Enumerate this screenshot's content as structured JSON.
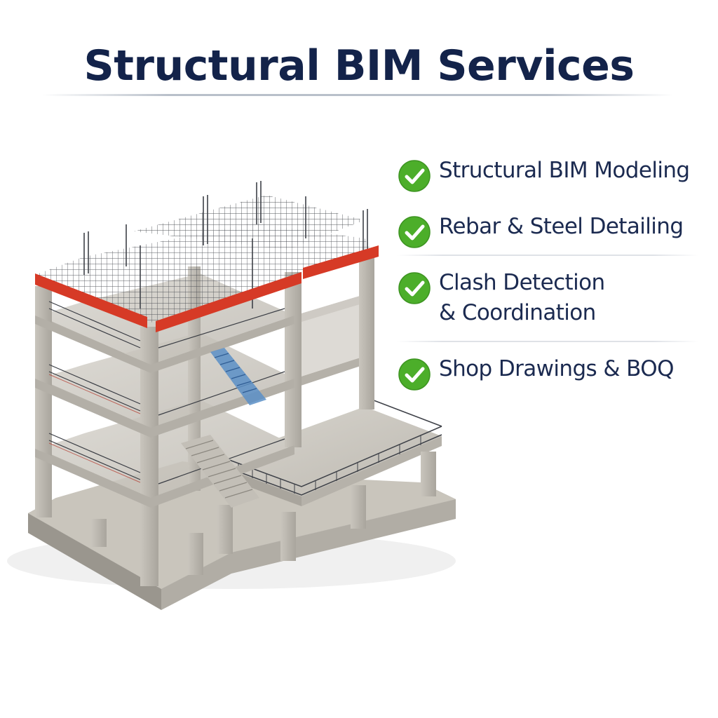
{
  "header": {
    "title": "Structural BIM Services"
  },
  "features": [
    {
      "lines": [
        "Structural BIM Modeling"
      ],
      "icon": "check-icon"
    },
    {
      "lines": [
        "Rebar & Steel Detailing"
      ],
      "icon": "check-icon"
    },
    {
      "lines": [
        "Clash Detection",
        "& Coordination"
      ],
      "icon": "check-icon"
    },
    {
      "lines": [
        "Shop Drawings & BOQ"
      ],
      "icon": "check-icon"
    }
  ],
  "illustration": {
    "subject": "building-structure-illustration"
  },
  "colors": {
    "title": "#13234a",
    "text": "#1b2a50",
    "check_green": "#4cae2a",
    "beam_red": "#d63a26",
    "concrete": "#cfcbc2",
    "rebar": "#3e4148",
    "stair_steel": "#5b8fc7"
  }
}
